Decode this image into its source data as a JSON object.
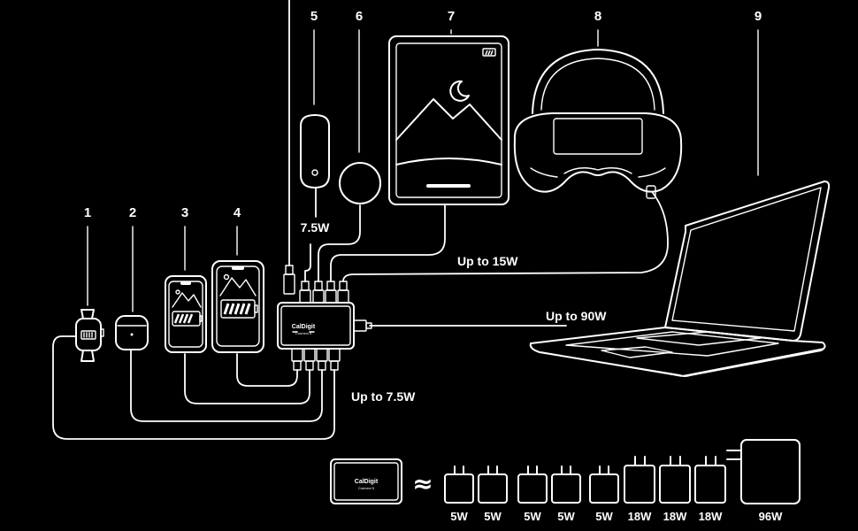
{
  "device_numbers": [
    "1",
    "2",
    "3",
    "4",
    "5",
    "6",
    "7",
    "8",
    "9"
  ],
  "labels": {
    "watch_power": "7.5W",
    "up_to_15w": "Up to 15W",
    "up_to_90w": "Up to 90W",
    "up_to_75w": "Up to 7.5W",
    "approx_symbol": "≈"
  },
  "hub": {
    "brand": "CalDigit",
    "model": "Connect 5"
  },
  "adapter_watts": [
    "5W",
    "5W",
    "5W",
    "5W",
    "5W",
    "18W",
    "18W",
    "18W",
    "96W"
  ],
  "colors": {
    "background": "#000000",
    "line": "#ffffff"
  }
}
